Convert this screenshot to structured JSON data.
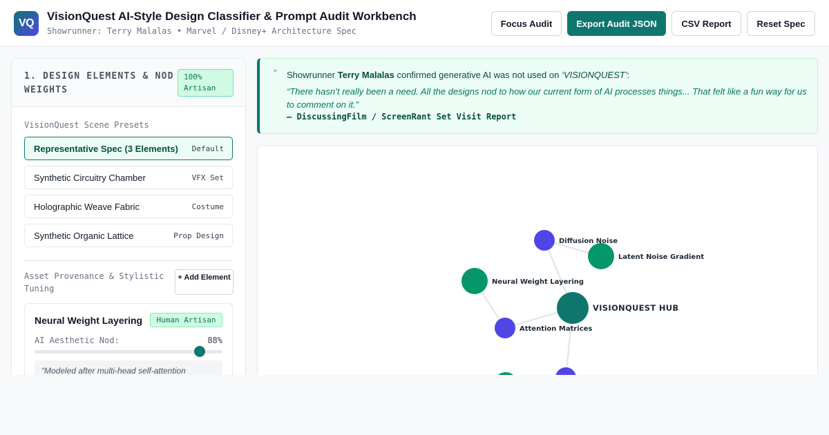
{
  "header": {
    "logo": "VQ",
    "title": "VisionQuest AI-Style Design Classifier & Prompt Audit Workbench",
    "subtitle": "Showrunner: Terry Malalas • Marvel / Disney+ Architecture Spec",
    "buttons": {
      "focus": "Focus Audit",
      "export": "Export Audit JSON",
      "csv": "CSV Report",
      "reset": "Reset Spec"
    }
  },
  "left_panel": {
    "title": "1. DESIGN ELEMENTS & NOD WEIGHTS",
    "badge": "100% Artisan",
    "presets_label": "VisionQuest Scene Presets",
    "presets": [
      {
        "label": "Representative Spec (3 Elements)",
        "tag": "Default"
      },
      {
        "label": "Synthetic Circuitry Chamber",
        "tag": "VFX Set"
      },
      {
        "label": "Holographic Weave Fabric",
        "tag": "Costume"
      },
      {
        "label": "Synthetic Organic Lattice",
        "tag": "Prop Design"
      }
    ],
    "tuning_label": "Asset Provenance & Stylistic Tuning",
    "add_button": "+ Add Element",
    "card": {
      "title": "Neural Weight Layering",
      "badge": "Human Artisan",
      "slider_label": "AI Aesthetic Nod:",
      "slider_value": "88%",
      "slider_fraction": 0.88,
      "note": "“Modeled after multi-head self-attention"
    }
  },
  "quote": {
    "mark": "“",
    "pre": "Showrunner ",
    "name": "Terry Malalas",
    "post": " confirmed generative AI was not used on ",
    "show": "‘VISIONQUEST’",
    "colon": ":",
    "body": "“There hasn’t really been a need. All the designs nod to how our current form of AI processes things... That felt like a fun way for us to comment on it.”",
    "source": "— DiscussingFilm / ScreenRant Set Visit Report"
  },
  "graph": {
    "nodes": [
      {
        "id": "hub",
        "label": "VISIONQUEST HUB",
        "kind": "hub"
      },
      {
        "id": "diffusion",
        "label": "Diffusion Noise",
        "kind": "ai"
      },
      {
        "id": "latent",
        "label": "Latent Noise Gradient",
        "kind": "artisan"
      },
      {
        "id": "neural",
        "label": "Neural Weight Layering",
        "kind": "artisan"
      },
      {
        "id": "attention",
        "label": "Attention Matrices",
        "kind": "ai"
      },
      {
        "id": "n6",
        "label": "",
        "kind": "artisan"
      },
      {
        "id": "n7",
        "label": "",
        "kind": "ai"
      }
    ],
    "colors": {
      "hub": "#0f766e",
      "ai": "#4f46e5",
      "artisan": "#059669",
      "edge": "#e5e7eb"
    }
  }
}
